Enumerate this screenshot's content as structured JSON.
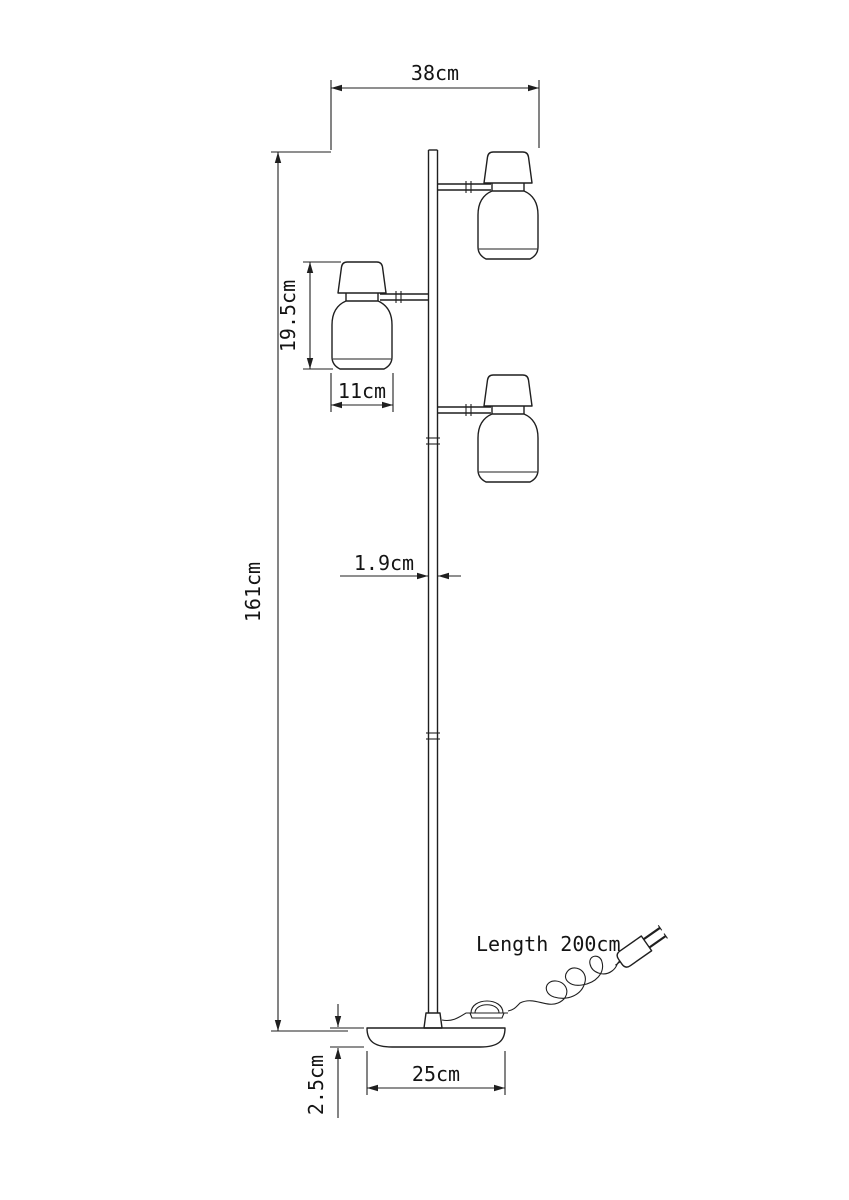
{
  "diagram": {
    "labels": {
      "top_width": "38cm",
      "lamp_height": "19.5cm",
      "shade_width": "11cm",
      "pole_diameter": "1.9cm",
      "total_height": "161cm",
      "base_width": "25cm",
      "base_height": "2.5cm",
      "cord_length": "Length 200cm"
    },
    "colors": {
      "line": "#1f1f1f",
      "background": "#ffffff"
    }
  }
}
